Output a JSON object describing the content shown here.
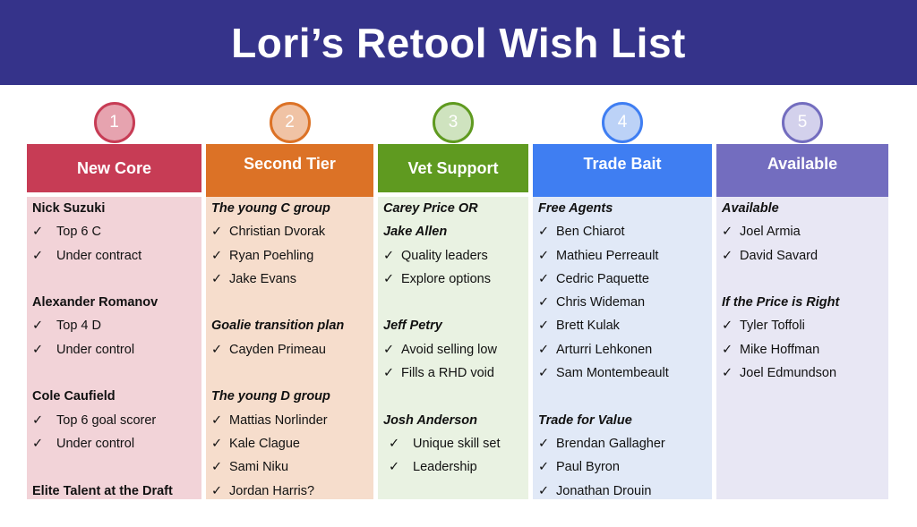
{
  "title": "Lori’s Retool Wish List",
  "columns": [
    {
      "number": "1",
      "header": "New Core",
      "color": "#c73c55",
      "circle_fill": "#e6a3af",
      "body_bg": "#f2d3d8",
      "hdr_align": "center",
      "lines": [
        {
          "t": "Nick Suzuki",
          "k": "b"
        },
        {
          "t": "Top 6 C",
          "k": "cw"
        },
        {
          "t": "Under contract",
          "k": "cw"
        },
        {
          "t": "",
          "k": "blank"
        },
        {
          "t": "Alexander Romanov",
          "k": "b"
        },
        {
          "t": "Top 4 D",
          "k": "cw"
        },
        {
          "t": "Under control",
          "k": "cw"
        },
        {
          "t": "",
          "k": "blank"
        },
        {
          "t": "Cole Caufield",
          "k": "b"
        },
        {
          "t": "Top 6 goal scorer",
          "k": "cw"
        },
        {
          "t": "Under control",
          "k": "cw"
        },
        {
          "t": "",
          "k": "blank"
        },
        {
          "t": "Elite Talent at the Draft",
          "k": "b"
        }
      ]
    },
    {
      "number": "2",
      "header": "Second Tier",
      "color": "#dc7226",
      "circle_fill": "#f0c3a5",
      "body_bg": "#f6ddcc",
      "hdr_align": "start",
      "lines": [
        {
          "t": "The young C group",
          "k": "i"
        },
        {
          "t": "Christian Dvorak",
          "k": "c"
        },
        {
          "t": "Ryan Poehling",
          "k": "c"
        },
        {
          "t": "Jake Evans",
          "k": "c"
        },
        {
          "t": "",
          "k": "blank"
        },
        {
          "t": "Goalie transition plan",
          "k": "i"
        },
        {
          "t": "Cayden Primeau",
          "k": "c"
        },
        {
          "t": "",
          "k": "blank"
        },
        {
          "t": "The young D group",
          "k": "i"
        },
        {
          "t": "Mattias Norlinder",
          "k": "c"
        },
        {
          "t": "Kale Clague",
          "k": "c"
        },
        {
          "t": "Sami Niku",
          "k": "c"
        },
        {
          "t": "Jordan Harris?",
          "k": "c"
        }
      ]
    },
    {
      "number": "3",
      "header": "Vet Support",
      "color": "#5f9a20",
      "circle_fill": "#cfe3bf",
      "body_bg": "#e9f2e2",
      "hdr_align": "center",
      "lines": [
        {
          "t": "Carey Price OR",
          "k": "i"
        },
        {
          "t": "Jake Allen",
          "k": "i"
        },
        {
          "t": "Quality leaders",
          "k": "c"
        },
        {
          "t": "Explore options",
          "k": "c"
        },
        {
          "t": "",
          "k": "blank"
        },
        {
          "t": "Jeff Petry",
          "k": "i"
        },
        {
          "t": "Avoid selling low",
          "k": "c"
        },
        {
          "t": "Fills a RHD void",
          "k": "c"
        },
        {
          "t": "",
          "k": "blank"
        },
        {
          "t": "Josh Anderson",
          "k": "i"
        },
        {
          "t": "Unique skill set",
          "k": "cw2"
        },
        {
          "t": "Leadership",
          "k": "cw2"
        }
      ]
    },
    {
      "number": "4",
      "header": "Trade Bait",
      "color": "#3f7ef2",
      "circle_fill": "#bcd2f7",
      "body_bg": "#e1e9f7",
      "hdr_align": "start",
      "lines": [
        {
          "t": "Free Agents",
          "k": "i"
        },
        {
          "t": "Ben Chiarot",
          "k": "c"
        },
        {
          "t": "Mathieu Perreault",
          "k": "c"
        },
        {
          "t": "Cedric Paquette",
          "k": "c"
        },
        {
          "t": "Chris Wideman",
          "k": "c"
        },
        {
          "t": "Brett Kulak",
          "k": "c"
        },
        {
          "t": "Arturri Lehkonen",
          "k": "c"
        },
        {
          "t": "Sam Montembeault",
          "k": "c"
        },
        {
          "t": "",
          "k": "blank"
        },
        {
          "t": "Trade for Value",
          "k": "i"
        },
        {
          "t": "Brendan Gallagher",
          "k": "c"
        },
        {
          "t": "Paul Byron",
          "k": "c"
        },
        {
          "t": "Jonathan Drouin",
          "k": "c"
        }
      ]
    },
    {
      "number": "5",
      "header": "Available",
      "color": "#736dbf",
      "circle_fill": "#d3d1ec",
      "body_bg": "#e8e7f4",
      "hdr_align": "start",
      "lines": [
        {
          "t": "Available",
          "k": "i"
        },
        {
          "t": "Joel Armia",
          "k": "c"
        },
        {
          "t": "David Savard",
          "k": "c"
        },
        {
          "t": "",
          "k": "blank"
        },
        {
          "t": "If the Price is Right",
          "k": "i"
        },
        {
          "t": "Tyler Toffoli",
          "k": "c"
        },
        {
          "t": "Mike Hoffman",
          "k": "c"
        },
        {
          "t": "Joel Edmundson",
          "k": "c"
        }
      ]
    }
  ]
}
